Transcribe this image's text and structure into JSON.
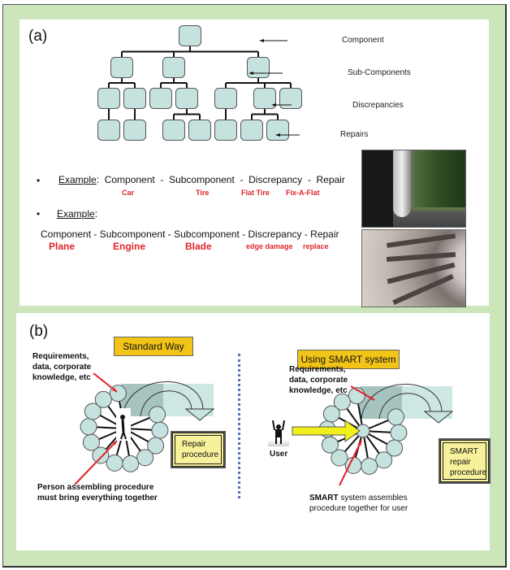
{
  "panel_a": {
    "label": "(a)",
    "levels": [
      "Component",
      "Sub-Components",
      "Discrepancies",
      "Repairs"
    ],
    "example1": {
      "bullet": "•",
      "prefix": "Example",
      "colon": ":",
      "chain": "Component  -  Subcomponent  -  Discrepancy  -  Repair",
      "values": [
        "Car",
        "Tire",
        "Flat Tire",
        "Fix-A-Flat"
      ]
    },
    "example2": {
      "bullet": "•",
      "prefix": "Example",
      "colon": ":",
      "chain": "Component  -  Subcomponent  -  Subcomponent  -  Discrepancy  -  Repair",
      "values": [
        "Plane",
        "Engine",
        "Blade",
        "edge damage",
        "replace"
      ]
    },
    "photos": [
      "flat-tire-photo",
      "engine-blade-photo"
    ]
  },
  "panel_b": {
    "label": "(b)",
    "standard": {
      "title": "Standard Way",
      "note": [
        "Requirements,",
        "data, corporate",
        "knowledge, etc"
      ],
      "procedure": [
        "Repair",
        "procedure"
      ],
      "caption": [
        "Person assembling procedure",
        "must bring everything together"
      ]
    },
    "smart": {
      "title": "Using SMART system",
      "note": [
        "Requirements,",
        "data, corporate",
        "knowledge, etc"
      ],
      "user_label": "User",
      "procedure": [
        "SMART",
        "repair",
        "procedure"
      ],
      "caption_bold": "SMART",
      "caption_rest": " system assembles",
      "caption_line2": "procedure together for user"
    }
  },
  "colors": {
    "frame_green": "#cde5bb",
    "node_fill": "#c5e2df",
    "highlight_red": "#e0242b",
    "title_yellow": "#f2c418",
    "procedure_yellow": "#f6f19a",
    "divider_blue": "#5a6fc0",
    "user_arrow_yellow": "#f2f01a"
  }
}
